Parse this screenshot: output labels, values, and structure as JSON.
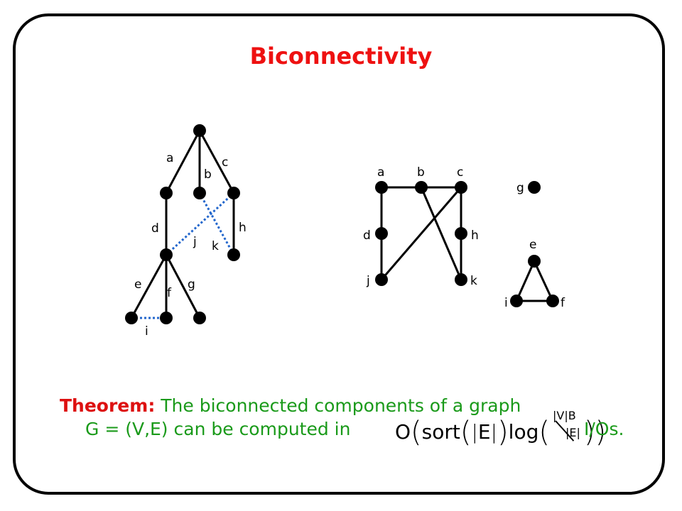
{
  "title": "Biconnectivity",
  "colors": {
    "title": "#ee1111",
    "theorem_head": "#dd1111",
    "theorem_text": "#1a9a1a",
    "tree_edge": "#000000",
    "back_edge": "#2266cc",
    "node": "#000000"
  },
  "left_graph": {
    "tree_edge_labels": [
      "a",
      "b",
      "c",
      "d",
      "h",
      "e",
      "f",
      "g"
    ],
    "back_edge_labels": [
      "j",
      "k",
      "i"
    ]
  },
  "right_graph": {
    "node_labels": [
      "a",
      "b",
      "c",
      "d",
      "h",
      "j",
      "k",
      "g",
      "e",
      "i",
      "f"
    ]
  },
  "theorem": {
    "head": "Theorem:",
    "line1": "The biconnected components of a graph",
    "line2": "G = (V,E) can be computed in",
    "formula": {
      "big_o": "O",
      "sort": "sort",
      "E": "E",
      "log": "log",
      "V": "V",
      "B": "B",
      "E2": "E"
    },
    "suffix": "I/Os."
  }
}
